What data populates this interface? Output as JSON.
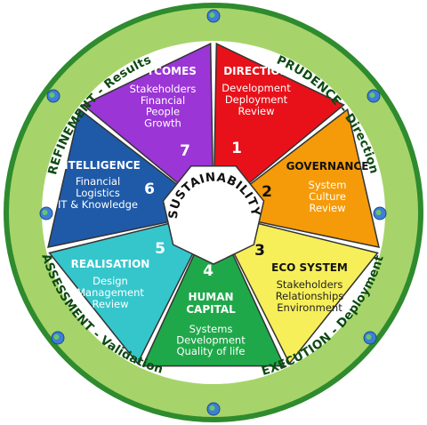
{
  "center": {
    "label": "SUSTAINABILITY"
  },
  "ring": {
    "top_left": "REFINEMENT - Results",
    "top_right": "PRUDENCE - Direction",
    "bottom_left": "ASSESSMENT - Validation",
    "bottom_right": "EXECUTION - Deployment"
  },
  "segments": [
    {
      "number": "1",
      "title": "DIRECTION",
      "items": [
        "Development",
        "Deployment",
        "Review"
      ],
      "color": "#e8111a"
    },
    {
      "number": "2",
      "title": "GOVERNANCE",
      "items": [
        "System",
        "Culture",
        "Review"
      ],
      "color": "#f59b0a"
    },
    {
      "number": "3",
      "title": "ECO SYSTEM",
      "items": [
        "Stakeholders",
        "Relationships",
        "Environment"
      ],
      "color": "#f7ef5a"
    },
    {
      "number": "4",
      "title_lines": [
        "HUMAN",
        "CAPITAL"
      ],
      "items": [
        "Systems",
        "Development",
        "Quality of life"
      ],
      "color": "#1fa84a"
    },
    {
      "number": "5",
      "title": "REALISATION",
      "items": [
        "Design",
        "Management",
        "Review"
      ],
      "color": "#35c6cc"
    },
    {
      "number": "6",
      "title": "INTELLIGENCE",
      "items": [
        "Financial",
        "Logistics",
        "IT & Knowledge"
      ],
      "color": "#1f5aa8"
    },
    {
      "number": "7",
      "title": "OUTCOMES",
      "items": [
        "Stakeholders",
        "Financial",
        "People",
        "Growth"
      ],
      "color": "#9b35d6"
    }
  ],
  "colors": {
    "ring_outer": "#2e8b2e",
    "ring_fill": "#a6d46a",
    "hub": "#ffffff"
  }
}
